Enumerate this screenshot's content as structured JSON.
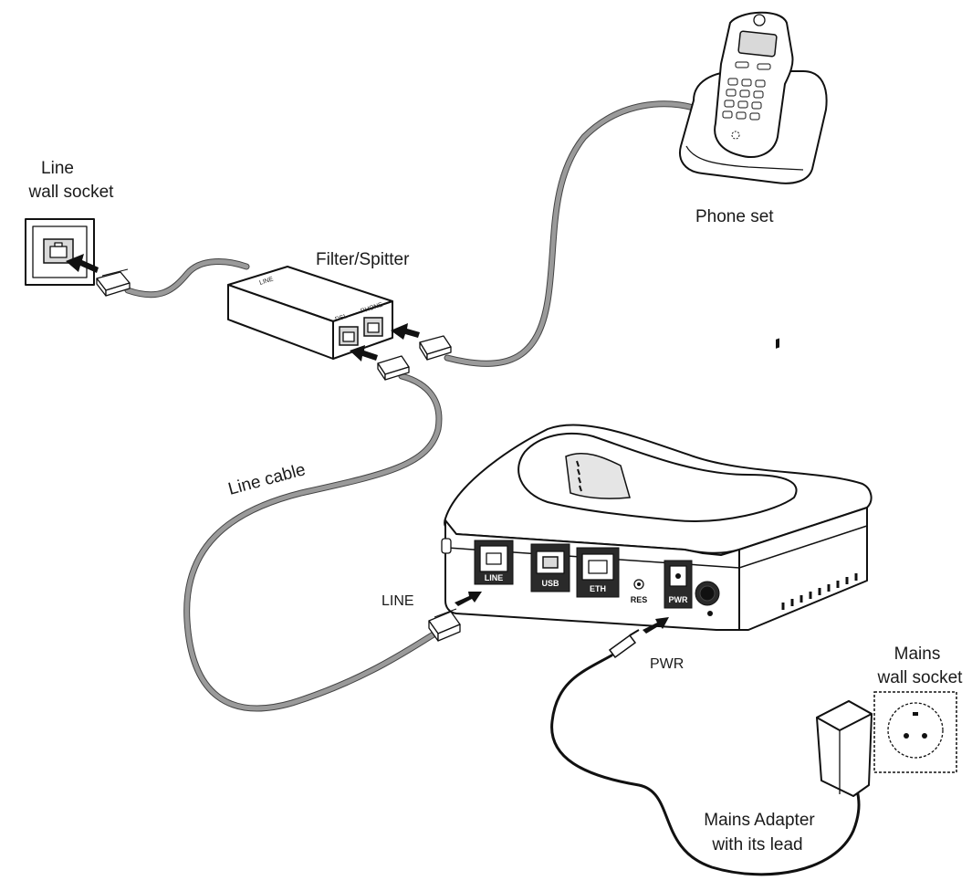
{
  "labels": {
    "line_wall_socket": [
      "Line",
      "wall socket"
    ],
    "filter_splitter": "Filter/Spitter",
    "phone_set": "Phone set",
    "line_cable": "Line cable",
    "line_port": "LINE",
    "pwr": "PWR",
    "mains_wall_socket": [
      "Mains",
      "wall socket"
    ],
    "mains_adapter": [
      "Mains Adapter",
      "with its lead"
    ]
  },
  "splitter_ports": {
    "dsl": "DSL",
    "phone": "PHONE",
    "line": "LINE"
  },
  "router_ports": {
    "line": "LINE",
    "usb": "USB",
    "eth": "ETH",
    "reset": "RES",
    "pwr": "PWR"
  }
}
